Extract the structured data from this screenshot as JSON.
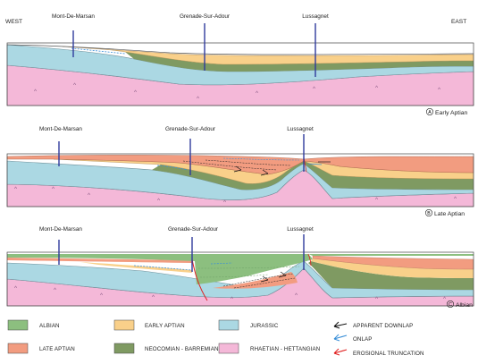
{
  "directions": {
    "west": "WEST",
    "east": "EAST"
  },
  "panels": [
    {
      "caption_letter": "A",
      "caption": "Early Aptian",
      "wells": [
        "Mont-De-Marsan",
        "Grenade-Sur-Adour",
        "Lussagnet"
      ]
    },
    {
      "caption_letter": "B",
      "caption": "Late Aptian",
      "wells": [
        "Mont-De-Marsan",
        "Grenade-Sur-Adour",
        "Lussagnet"
      ]
    },
    {
      "caption_letter": "C",
      "caption": "Albian",
      "wells": [
        "Mont-De-Marsan",
        "Grenade-Sur-Adour",
        "Lussagnet"
      ]
    }
  ],
  "legend": {
    "units": [
      {
        "label": "ALBIAN",
        "color": "#8cbf7f"
      },
      {
        "label": "EARLY APTIAN",
        "color": "#f9d08a"
      },
      {
        "label": "JURASSIC",
        "color": "#abd8e3"
      },
      {
        "label": "LATE APTIAN",
        "color": "#f29c80"
      },
      {
        "label": "NEOCOMIAN - BARREMIAN",
        "color": "#7f9a62"
      },
      {
        "label": "RHAETIAN - HETTANGIAN",
        "color": "#f4b8d8"
      }
    ],
    "symbols": [
      {
        "label": "APPARENT DOWNLAP",
        "color": "#111111"
      },
      {
        "label": "ONLAP",
        "color": "#3a8fd8"
      },
      {
        "label": "EROSIONAL TRUNCATION",
        "color": "#e02020"
      }
    ]
  }
}
